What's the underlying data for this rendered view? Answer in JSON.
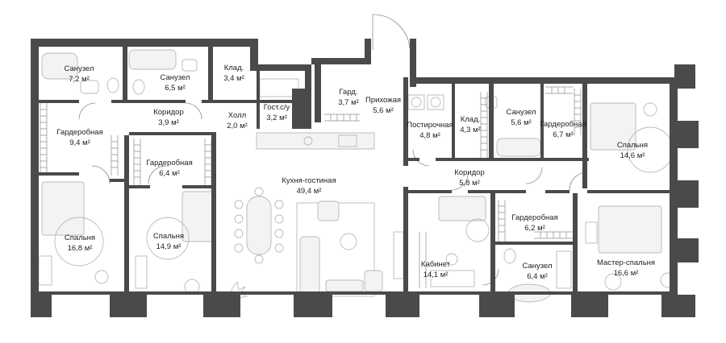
{
  "unit": "м²",
  "rooms": [
    {
      "id": "bath-1",
      "name": "Санузел",
      "area": "7,2"
    },
    {
      "id": "bath-2",
      "name": "Санузел",
      "area": "6,5"
    },
    {
      "id": "storage-1",
      "name": "Клад.",
      "area": "3,4"
    },
    {
      "id": "closet-1",
      "name": "Гард.",
      "area": "3,7"
    },
    {
      "id": "entrance-hall",
      "name": "Прихожая",
      "area": "5,6"
    },
    {
      "id": "corridor-1",
      "name": "Коридор",
      "area": "3,9"
    },
    {
      "id": "hall",
      "name": "Холл",
      "area": "2,0"
    },
    {
      "id": "guest-wc",
      "name": "Гост.с/у",
      "area": "3,2"
    },
    {
      "id": "wardrobe-1",
      "name": "Гардеробная",
      "area": "9,4"
    },
    {
      "id": "wardrobe-2",
      "name": "Гардеробная",
      "area": "6,4"
    },
    {
      "id": "kitchen-living",
      "name": "Кухня-гостиная",
      "area": "49,4"
    },
    {
      "id": "bedroom-1",
      "name": "Спальня",
      "area": "16,8"
    },
    {
      "id": "bedroom-2",
      "name": "Спальня",
      "area": "14,9"
    },
    {
      "id": "laundry",
      "name": "Постирочная",
      "area": "4,8"
    },
    {
      "id": "storage-2",
      "name": "Клад.",
      "area": "4,3"
    },
    {
      "id": "bath-3",
      "name": "Санузел",
      "area": "5,6"
    },
    {
      "id": "wardrobe-3",
      "name": "Гардеробная",
      "area": "6,7"
    },
    {
      "id": "bedroom-3",
      "name": "Спальня",
      "area": "14,6"
    },
    {
      "id": "corridor-2",
      "name": "Коридор",
      "area": "5,8"
    },
    {
      "id": "wardrobe-4",
      "name": "Гардеробная",
      "area": "6,2"
    },
    {
      "id": "study",
      "name": "Кабинет",
      "area": "14,1"
    },
    {
      "id": "bath-4",
      "name": "Санузел",
      "area": "6,4"
    },
    {
      "id": "master-bedroom",
      "name": "Мастер-спальня",
      "area": "16,6"
    }
  ]
}
